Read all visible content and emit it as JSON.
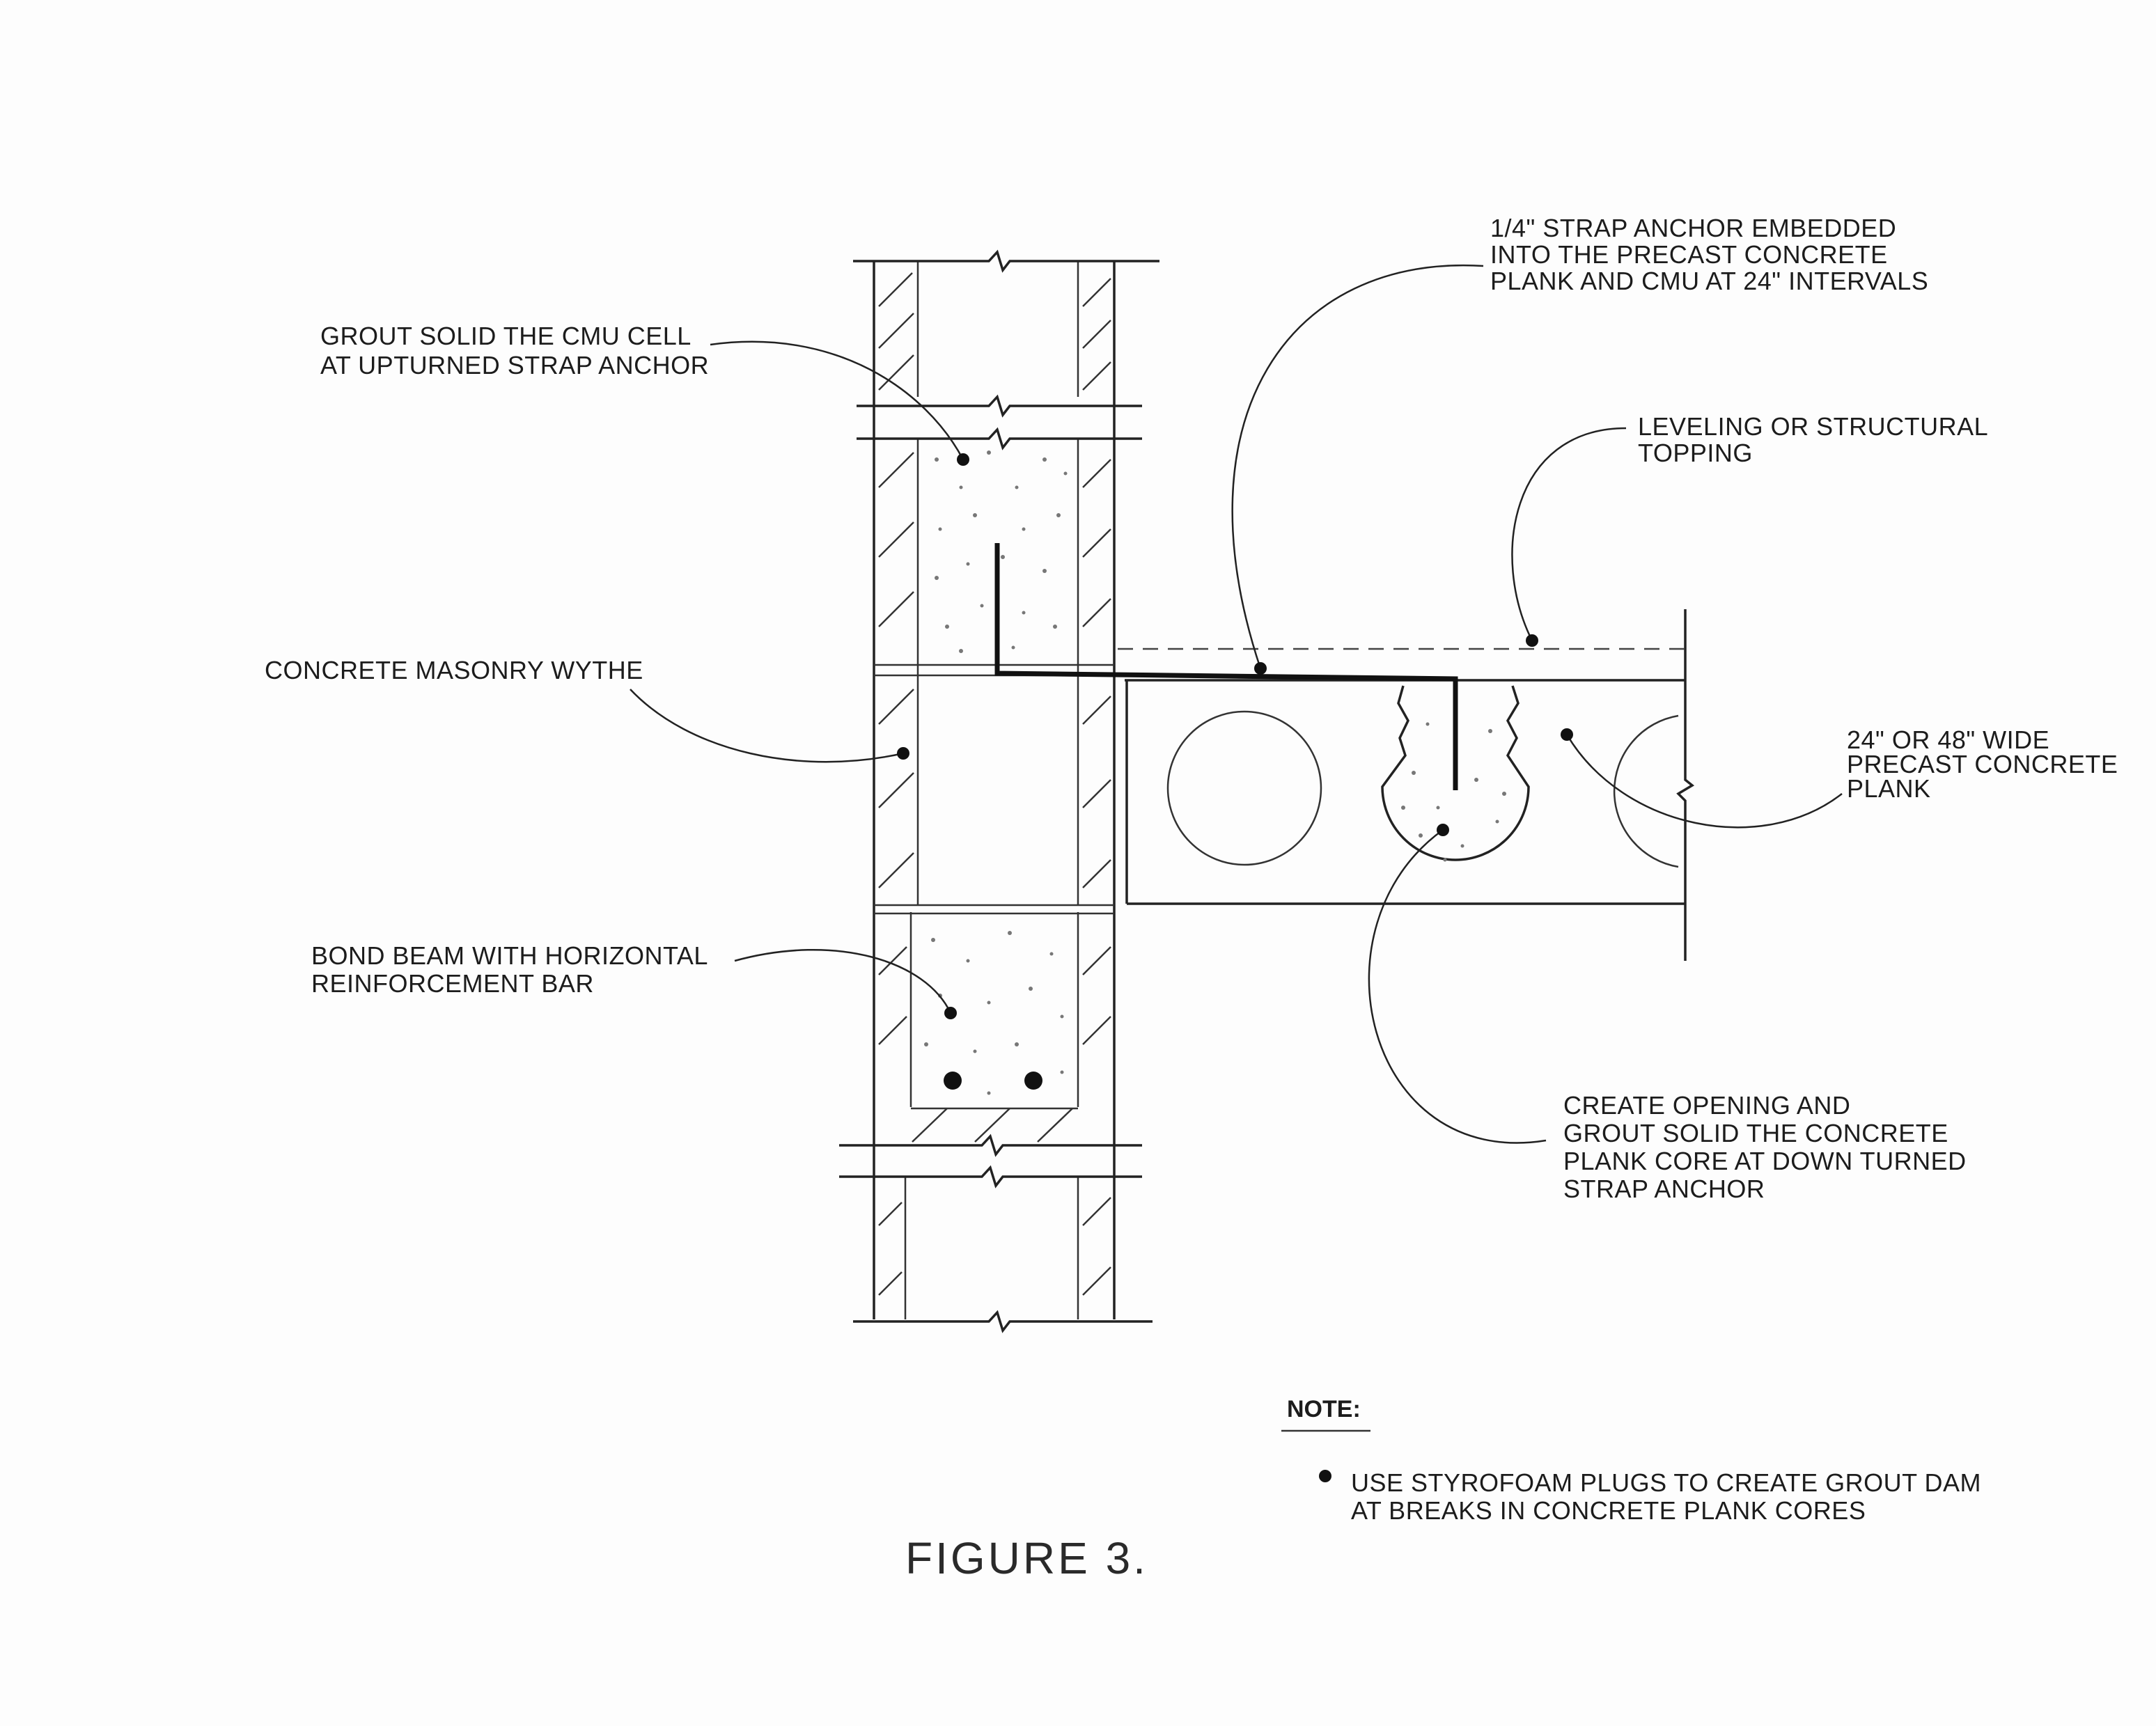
{
  "figure_title": "FIGURE 3.",
  "callouts": {
    "grout_cmu": [
      "GROUT SOLID THE CMU CELL",
      "AT UPTURNED STRAP ANCHOR"
    ],
    "masonry_wythe": [
      "CONCRETE MASONRY WYTHE"
    ],
    "bond_beam": [
      "BOND BEAM WITH HORIZONTAL",
      "REINFORCEMENT BAR"
    ],
    "strap_anchor": [
      "1/4\" STRAP ANCHOR EMBEDDED",
      "INTO THE PRECAST CONCRETE",
      "PLANK AND CMU AT 24\" INTERVALS"
    ],
    "topping": [
      "LEVELING OR STRUCTURAL",
      "TOPPING"
    ],
    "plank": [
      "24\" OR 48\" WIDE",
      "PRECAST CONCRETE",
      "PLANK"
    ],
    "grout_core": [
      "CREATE OPENING AND",
      "GROUT SOLID THE CONCRETE",
      "PLANK CORE AT DOWN TURNED",
      "STRAP ANCHOR"
    ]
  },
  "note": {
    "heading": "NOTE:",
    "items": [
      [
        "USE STYROFOAM PLUGS TO CREATE GROUT DAM",
        "AT BREAKS IN CONCRETE PLANK CORES"
      ]
    ]
  }
}
